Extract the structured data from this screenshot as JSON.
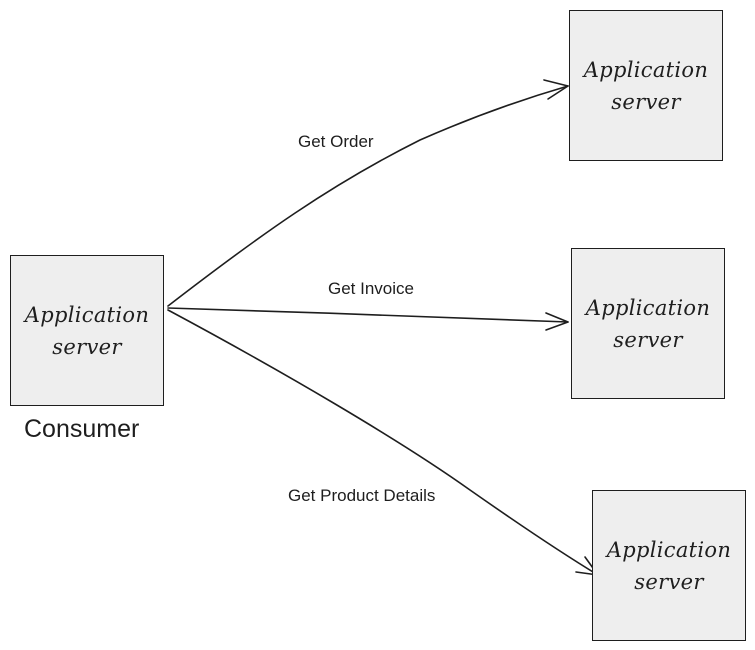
{
  "consumer": {
    "box_label": "Application\nserver",
    "caption": "Consumer"
  },
  "servers": [
    {
      "label": "Application\nserver"
    },
    {
      "label": "Application\nserver"
    },
    {
      "label": "Application\nserver"
    }
  ],
  "edges": [
    {
      "label": "Get Order"
    },
    {
      "label": "Get Invoice"
    },
    {
      "label": "Get Product Details"
    }
  ],
  "colors": {
    "box_fill": "#eeeeee",
    "stroke": "#1e1e1e",
    "background": "#ffffff"
  }
}
